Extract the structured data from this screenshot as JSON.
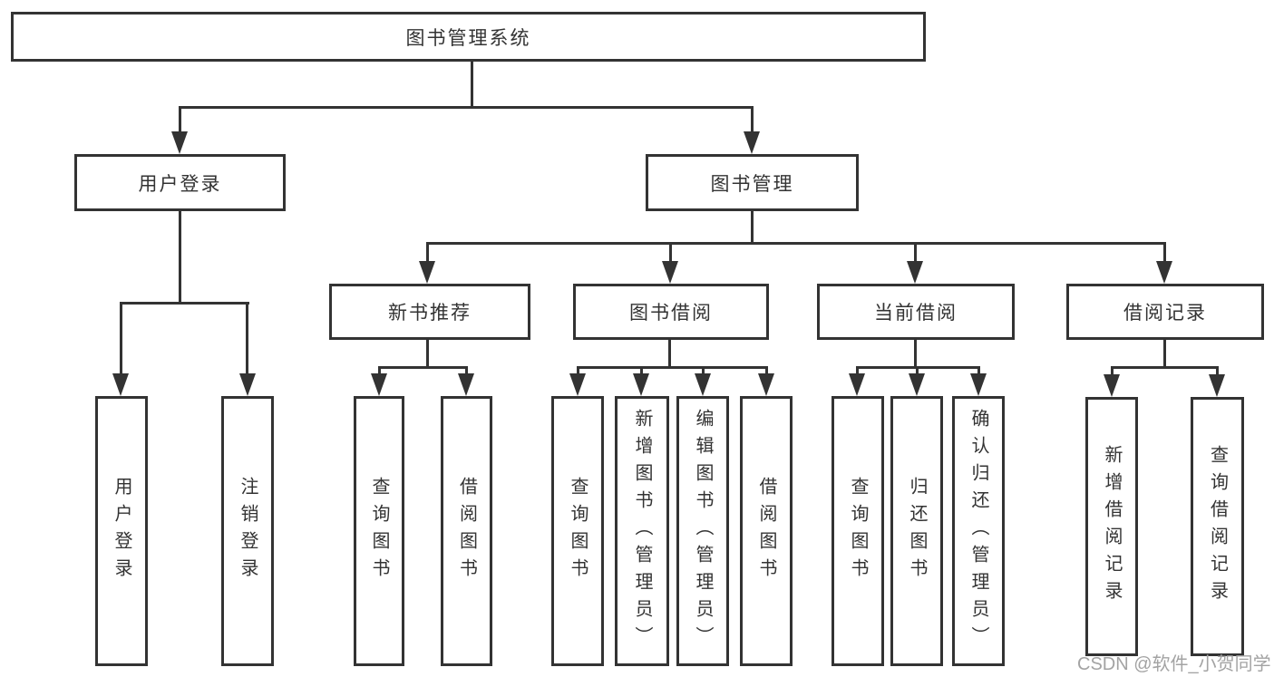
{
  "diagram": {
    "title": "图书管理系统",
    "level2": [
      {
        "label": "用户登录"
      },
      {
        "label": "图书管理"
      }
    ],
    "level3": [
      {
        "label": "新书推荐"
      },
      {
        "label": "图书借阅"
      },
      {
        "label": "当前借阅"
      },
      {
        "label": "借阅记录"
      }
    ],
    "leaves": [
      {
        "label": "用户登录"
      },
      {
        "label": "注销登录"
      },
      {
        "label": "查询图书"
      },
      {
        "label": "借阅图书"
      },
      {
        "label": "查询图书"
      },
      {
        "label": "新增图书（管理员）"
      },
      {
        "label": "编辑图书（管理员）"
      },
      {
        "label": "借阅图书"
      },
      {
        "label": "查询图书"
      },
      {
        "label": "归还图书"
      },
      {
        "label": "确认归还（管理员）"
      },
      {
        "label": "新增借阅记录"
      },
      {
        "label": "查询借阅记录"
      }
    ],
    "watermark": "CSDN @软件_小贺同学",
    "colors": {
      "line": "#333333",
      "text": "#333333",
      "watermark": "#a3a3a3",
      "background": "#ffffff"
    }
  }
}
